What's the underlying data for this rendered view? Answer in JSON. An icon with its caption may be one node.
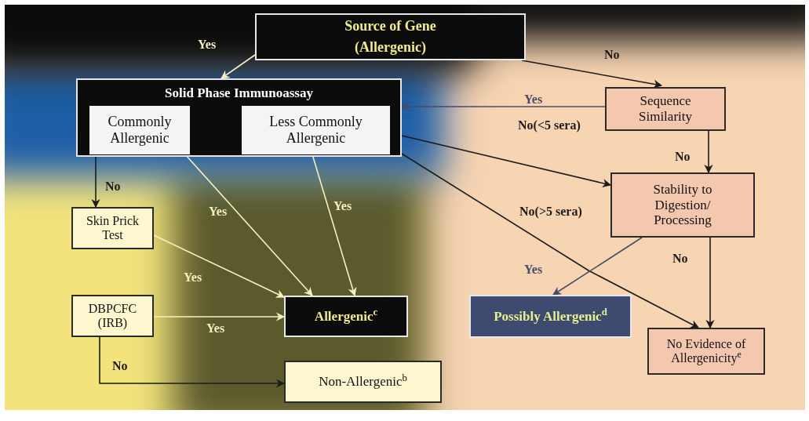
{
  "diagram": {
    "nodes": [
      {
        "text": [
          "Source of Gene (Allergenic)"
        ]
      },
      {
        "text": [
          "Solid Phase Immunoassay"
        ]
      },
      {
        "text": [
          "Commonly Allergenic"
        ],
        "in": 1
      },
      {
        "text": [
          "Less Commonly Allergenic"
        ],
        "in": 1
      },
      {
        "text": [
          "Sequence Similarity"
        ]
      },
      {
        "text": [
          "Stability to Digestion/ Processing"
        ]
      },
      {
        "text": [
          "Skin Prick Test"
        ]
      },
      {
        "text": [
          "DBPCFC (IRB)"
        ]
      },
      {
        "text": [
          "Allergenic$^{c}$"
        ]
      },
      {
        "text": [
          "Possibly Allergenic$^{d}$"
        ]
      },
      {
        "text": [
          "No Evidence of Allergenicity$^{e}$"
        ]
      },
      {
        "text": [
          "Non-Allergenic$^{b}$"
        ]
      }
    ],
    "edges": [
      {
        "from": 0,
        "to": 1,
        "arrow": "to",
        "label": "Yes",
        "color": "#f5efc0"
      },
      {
        "from": 0,
        "to": 4,
        "arrow": "to",
        "label": "No"
      },
      {
        "from": 4,
        "to": 1,
        "arrow": "to",
        "label": "Yes",
        "color": "#454b6b"
      },
      {
        "from": 1,
        "to": 5,
        "arrow": "to",
        "label": "No(<5 sera)"
      },
      {
        "from": 1,
        "to": 10,
        "arrow": "to",
        "label": "No(>5 sera)"
      },
      {
        "from": 4,
        "to": 5,
        "arrow": "to",
        "label": "No"
      },
      {
        "from": 1,
        "to": 6,
        "arrow": "to",
        "label": "No"
      },
      {
        "from": 2,
        "to": 8,
        "arrow": "to",
        "label": "Yes",
        "color": "#f5efc0"
      },
      {
        "from": 3,
        "to": 8,
        "arrow": "to",
        "label": "Yes",
        "color": "#f5efc0"
      },
      {
        "from": 6,
        "to": 8,
        "arrow": "to",
        "label": "Yes",
        "color": "#f5efc0"
      },
      {
        "from": 7,
        "to": 8,
        "arrow": "to",
        "label": "Yes",
        "color": "#f5efc0"
      },
      {
        "from": 7,
        "to": 11,
        "arrow": "to",
        "label": "No"
      },
      {
        "from": 5,
        "to": 9,
        "arrow": "to",
        "label": "Yes",
        "color": "#454b6b"
      },
      {
        "from": 5,
        "to": 10,
        "arrow": "to",
        "label": "No"
      }
    ]
  }
}
